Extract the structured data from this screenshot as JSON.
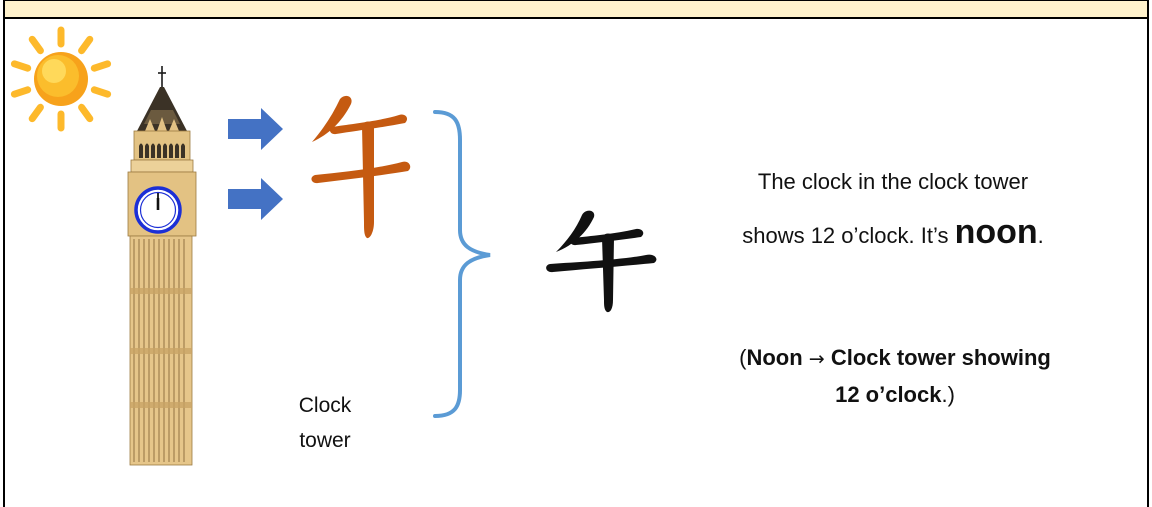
{
  "colors": {
    "header_strip": "#fff2cc",
    "arrow": "#4472c4",
    "brace": "#5b9bd5",
    "brush_character": "#c55a11",
    "result_character": "#111111",
    "tower_body": "#e6c68a",
    "tower_spire": "#3b3226",
    "clock_rim": "#1c2fd6",
    "sun_core": "#f7a21b",
    "sun_rays": "#fdb92b"
  },
  "illustration": {
    "sun": {
      "icon": "sun-icon"
    },
    "tower": {
      "icon": "clock-tower-icon"
    },
    "arrows": [
      {
        "icon": "arrow-right-icon"
      },
      {
        "icon": "arrow-right-icon"
      }
    ],
    "brush_character": {
      "glyph": "午"
    },
    "brace": {
      "icon": "curly-brace-icon"
    },
    "result_character": {
      "glyph": "午"
    },
    "tower_label": [
      "Clock",
      "tower"
    ]
  },
  "explanation": {
    "line1": "The clock in the clock tower",
    "line2": {
      "before": "shows 12 o’clock. It’s ",
      "emphasis": "noon",
      "after": "."
    },
    "note": {
      "open": "(",
      "noon": "Noon",
      "arrow": "→",
      "tower": "Clock tower showing",
      "time": "12 o’clock",
      "close": ".)"
    }
  }
}
